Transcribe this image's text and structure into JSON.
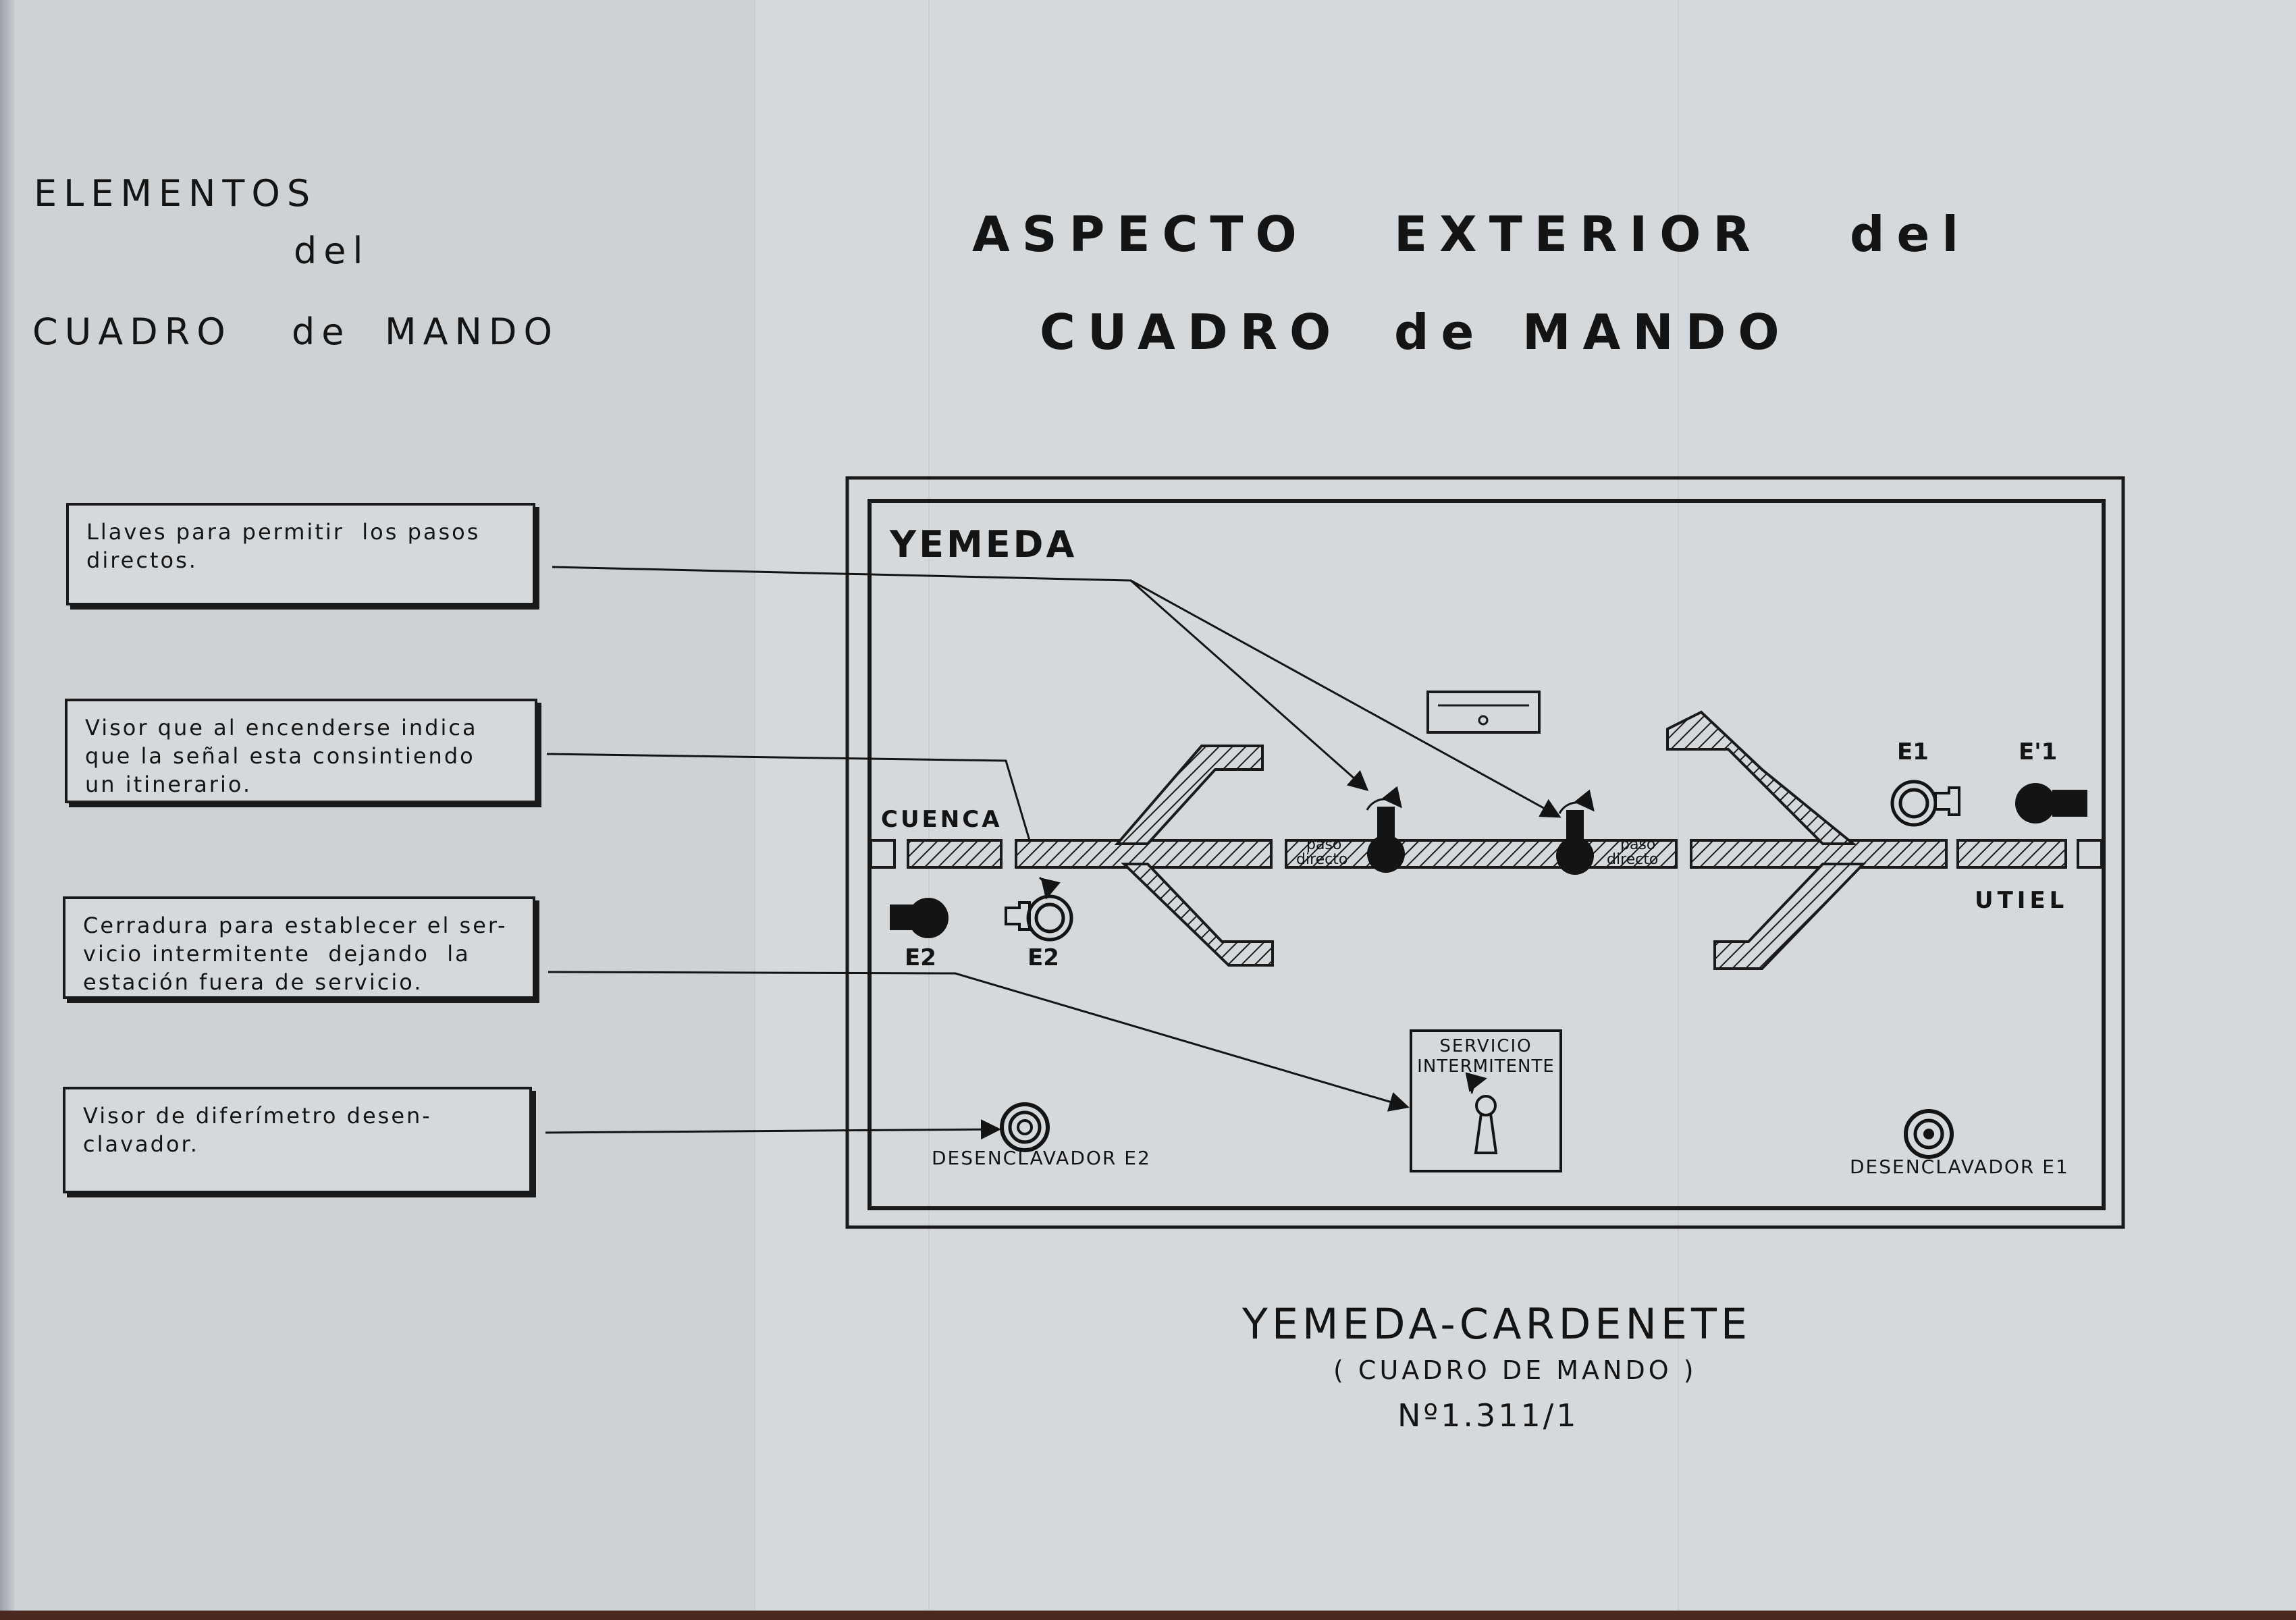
{
  "left_heading": {
    "line1": "ELEMENTOS",
    "line2": "del",
    "line3a": "CUADRO",
    "line3b": "de",
    "line3c": "MANDO"
  },
  "main_heading": {
    "line1a": "ASPECTO",
    "line1b": "EXTERIOR",
    "line1c": "del",
    "line2a": "CUADRO",
    "line2b": "de",
    "line2c": "MANDO"
  },
  "notes": [
    {
      "text": "Llaves para permitir  los pasos\ndirectos."
    },
    {
      "text": "Visor que al encenderse indica\nque la señal esta consintiendo\nun itinerario."
    },
    {
      "text": "Cerradura para establecer el ser-\nvicio intermitente  dejando  la\nestación fuera de servicio."
    },
    {
      "text": "Visor de diferímetro desen-\nclavador."
    }
  ],
  "panel": {
    "station": "YEMEDA",
    "left_destination": "CUENCA",
    "right_destination": "UTIEL",
    "key_left_label": "E2",
    "key_left2_label": "E2",
    "key_right_label": "E1",
    "key_right2_label": "E'1",
    "paso_label": "paso",
    "directo_label": "directo",
    "service_box_line1": "SERVICIO",
    "service_box_line2": "INTERMITENTE",
    "release_left": "DESENCLAVADOR E2",
    "release_right": "DESENCLAVADOR E1"
  },
  "caption": {
    "title": "YEMEDA-CARDENETE",
    "subtitle": "( CUADRO DE MANDO )",
    "number": "Nº1.311/1"
  }
}
